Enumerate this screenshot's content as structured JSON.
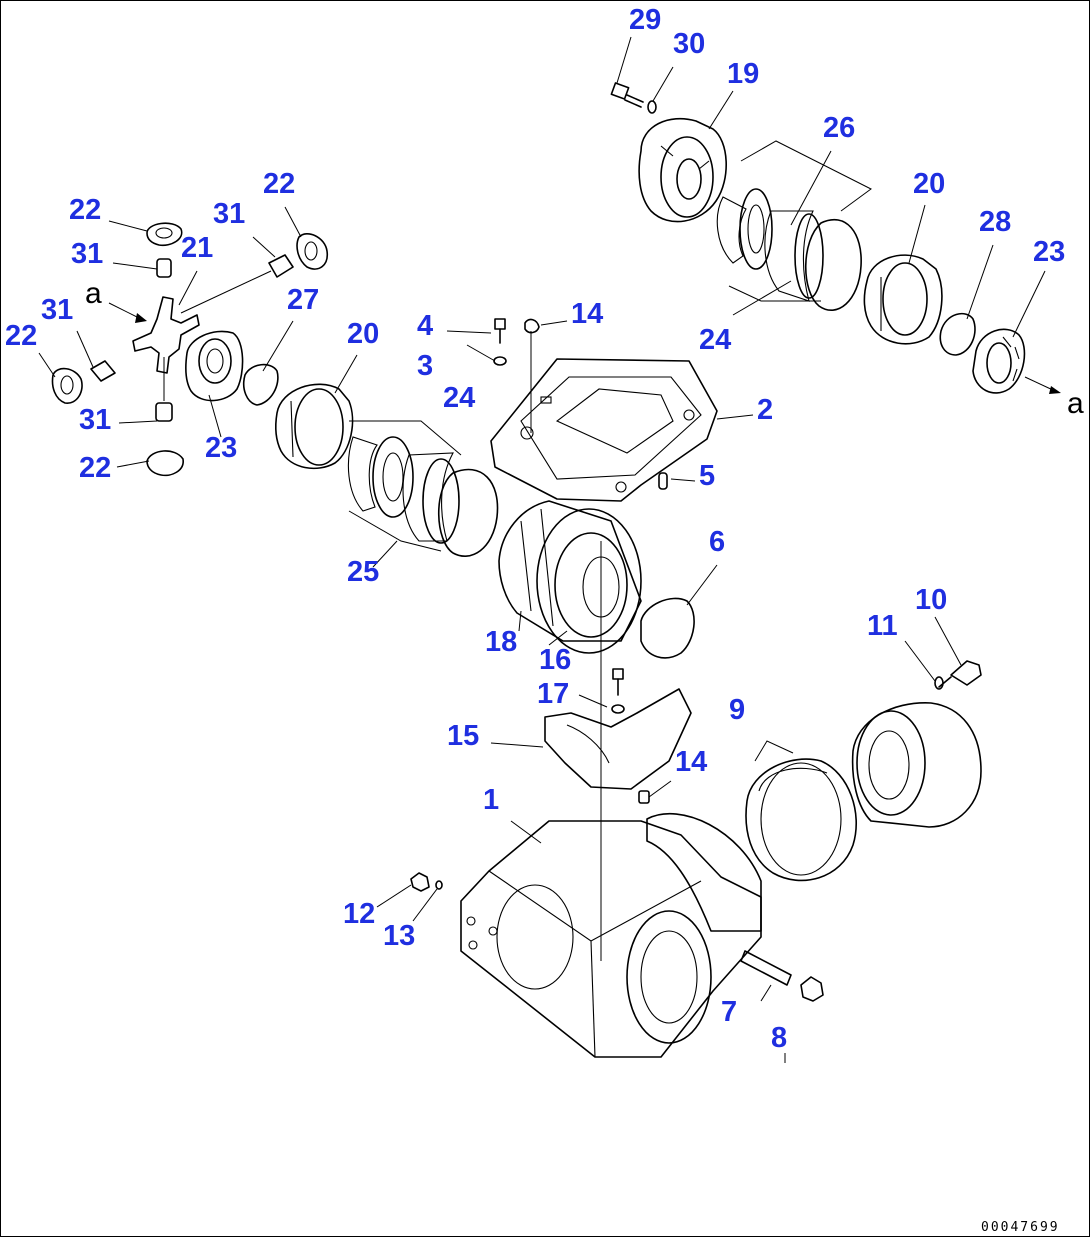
{
  "diagram": {
    "drawing_code": "00047699",
    "reference_letter_left": "a",
    "reference_letter_right": "a",
    "callouts": [
      {
        "id": "c29",
        "label": "29"
      },
      {
        "id": "c30",
        "label": "30"
      },
      {
        "id": "c19",
        "label": "19"
      },
      {
        "id": "c26",
        "label": "26"
      },
      {
        "id": "c20a",
        "label": "20"
      },
      {
        "id": "c28",
        "label": "28"
      },
      {
        "id": "c23a",
        "label": "23"
      },
      {
        "id": "c24a",
        "label": "24"
      },
      {
        "id": "c22a",
        "label": "22"
      },
      {
        "id": "c22b",
        "label": "22"
      },
      {
        "id": "c31a",
        "label": "31"
      },
      {
        "id": "c31b",
        "label": "31"
      },
      {
        "id": "c21",
        "label": "21"
      },
      {
        "id": "c31c",
        "label": "31"
      },
      {
        "id": "c22c",
        "label": "22"
      },
      {
        "id": "c27",
        "label": "27"
      },
      {
        "id": "c20b",
        "label": "20"
      },
      {
        "id": "c4",
        "label": "4"
      },
      {
        "id": "c14a",
        "label": "14"
      },
      {
        "id": "c3",
        "label": "3"
      },
      {
        "id": "c24b",
        "label": "24"
      },
      {
        "id": "c2",
        "label": "2"
      },
      {
        "id": "c31d",
        "label": "31"
      },
      {
        "id": "c23b",
        "label": "23"
      },
      {
        "id": "c22d",
        "label": "22"
      },
      {
        "id": "c5",
        "label": "5"
      },
      {
        "id": "c25",
        "label": "25"
      },
      {
        "id": "c6",
        "label": "6"
      },
      {
        "id": "c18",
        "label": "18"
      },
      {
        "id": "c16",
        "label": "16"
      },
      {
        "id": "c10",
        "label": "10"
      },
      {
        "id": "c11",
        "label": "11"
      },
      {
        "id": "c17",
        "label": "17"
      },
      {
        "id": "c9",
        "label": "9"
      },
      {
        "id": "c15",
        "label": "15"
      },
      {
        "id": "c14b",
        "label": "14"
      },
      {
        "id": "c1",
        "label": "1"
      },
      {
        "id": "c12",
        "label": "12"
      },
      {
        "id": "c13",
        "label": "13"
      },
      {
        "id": "c7",
        "label": "7"
      },
      {
        "id": "c8",
        "label": "8"
      }
    ]
  }
}
